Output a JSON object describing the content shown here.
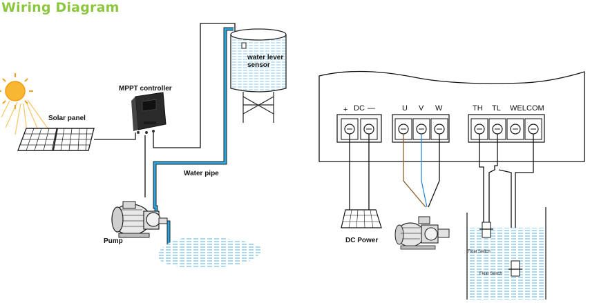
{
  "title": "Wiring Diagram",
  "left": {
    "solar_panel": "Solar panel",
    "controller": "MPPT controller",
    "sensor_line1": "water lever",
    "sensor_line2": "sensor",
    "water_pipe": "Water pipe",
    "pump": "Pump"
  },
  "right": {
    "dc_plus": "+",
    "dc_label": "DC",
    "dc_minus": "—",
    "u": "U",
    "v": "V",
    "w": "W",
    "th": "TH",
    "tl": "TL",
    "wel": "WEL",
    "com": "COM",
    "dc_power": "DC Power",
    "float1": "Float Switch",
    "float2": "Float Switch"
  },
  "colors": {
    "title": "#8cc63f",
    "pipe": "#29a8e0",
    "water": "#bfe4f4",
    "wire_brown": "#8b5a2b",
    "wire_blue": "#2e8bd6"
  }
}
